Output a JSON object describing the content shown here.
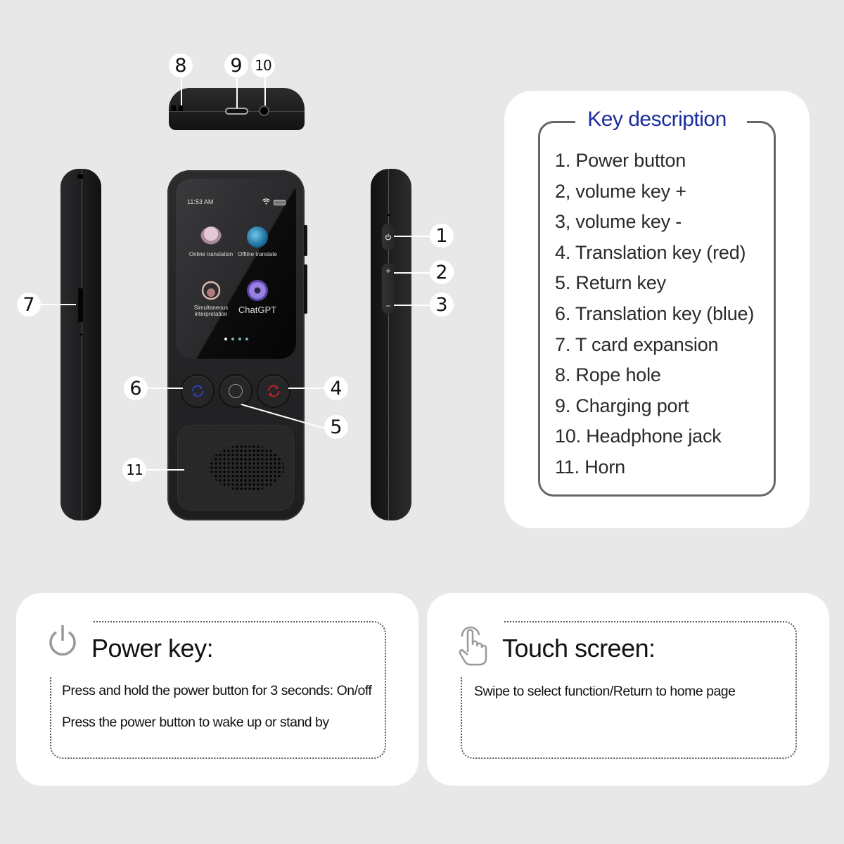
{
  "colors": {
    "background": "#e8e8e8",
    "card": "#ffffff",
    "title_blue": "#1a2d9c",
    "device_body": "#1e1e20",
    "key_blue": "#2a3fb8",
    "key_red": "#c8202a"
  },
  "callouts": {
    "c1": "1",
    "c2": "2",
    "c3": "3",
    "c4": "4",
    "c5": "5",
    "c6": "6",
    "c7": "7",
    "c8": "8",
    "c9": "9",
    "c10": "10",
    "c11": "11"
  },
  "device_screen": {
    "time": "11:53 AM",
    "wifi_icon": "wifi-icon",
    "battery_icon": "battery-icon",
    "apps": [
      {
        "label": "Online translation",
        "icon": "chat-people-icon"
      },
      {
        "label": "Offline translate",
        "icon": "globe-icon"
      },
      {
        "label": "Simultaneous interpretation",
        "icon": "headphones-icon"
      },
      {
        "label": "ChatGPT",
        "icon": "chatgpt-flower-icon"
      }
    ],
    "page_dots": 4,
    "active_dot": 1
  },
  "key_description": {
    "title": "Key description",
    "items": [
      "1. Power button",
      "2, volume key +",
      "3, volume key -",
      "4. Translation key (red)",
      "5. Return key",
      "6. Translation key (blue)",
      "7. T card expansion",
      "8. Rope hole",
      "9. Charging port",
      "10. Headphone jack",
      "11. Horn"
    ]
  },
  "power_key_card": {
    "icon": "power-icon",
    "title": "Power key:",
    "lines": [
      "Press and hold the power button for 3 seconds: On/off",
      "Press the power button to wake up or stand by"
    ]
  },
  "touch_screen_card": {
    "icon": "touch-hand-icon",
    "title": "Touch screen:",
    "lines": [
      "Swipe to select function/Return to home page"
    ]
  }
}
